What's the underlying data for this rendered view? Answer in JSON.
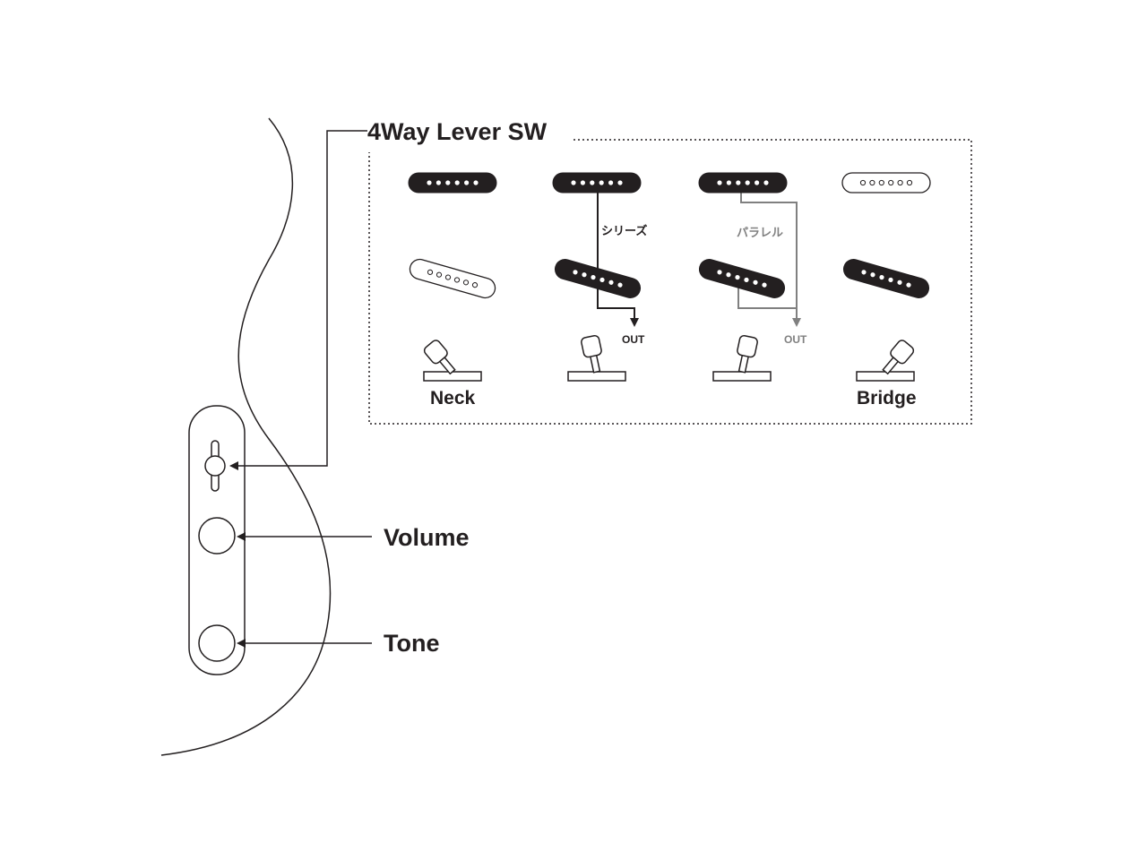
{
  "diagram": {
    "title": "4Way Lever SW",
    "controls": {
      "volume_label": "Volume",
      "tone_label": "Tone"
    },
    "positions": [
      {
        "label": "Neck"
      },
      {
        "label": ""
      },
      {
        "label": ""
      },
      {
        "label": "Bridge"
      }
    ],
    "series_label": "シリーズ",
    "parallel_label": "パラレル",
    "out_label": "OUT",
    "colors": {
      "ink": "#231f20",
      "wire_series": "#231f20",
      "wire_parallel": "#808080",
      "pole_dot": "#ffffff"
    }
  }
}
